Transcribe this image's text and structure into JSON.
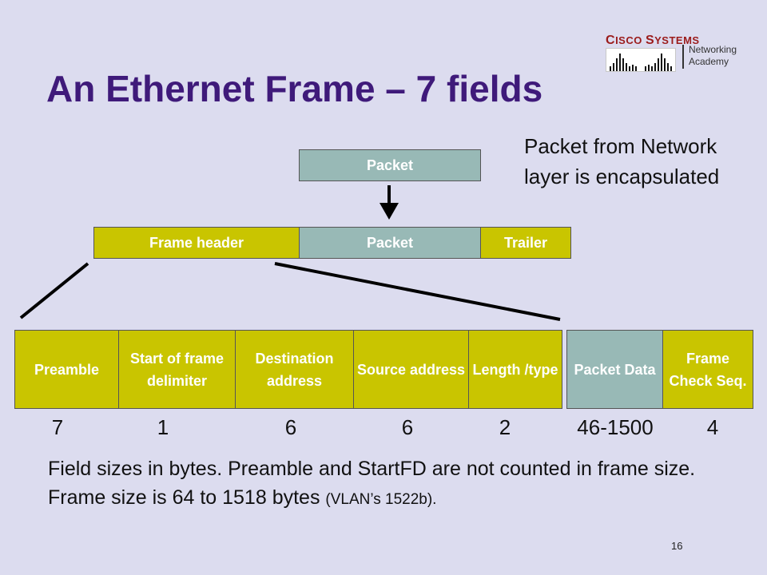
{
  "title": "An Ethernet Frame – 7 fields",
  "logo": {
    "brand_c": "C",
    "brand_isco": "ISCO ",
    "brand_s": "S",
    "brand_ystems": "YSTEMS",
    "line1": "Networking",
    "line2": "Academy"
  },
  "top_packet": "Packet",
  "note": "Packet from Network layer is encapsulated",
  "frame": {
    "header": "Frame header",
    "packet": "Packet",
    "trailer": "Trailer"
  },
  "fields": [
    {
      "label": "Preamble",
      "size": "7"
    },
    {
      "label": "Start of frame delimiter",
      "size": "1"
    },
    {
      "label": "Destination address",
      "size": "6"
    },
    {
      "label": "Source address",
      "size": "6"
    },
    {
      "label": "Length /type",
      "size": "2"
    },
    {
      "label": "Packet Data",
      "size": "46-1500"
    },
    {
      "label": "Frame Check Seq.",
      "size": "4"
    }
  ],
  "caption_main": "Field sizes in bytes. Preamble and StartFD are not counted in frame size. Frame size is 64 to 1518 bytes ",
  "caption_small": "(VLAN’s 1522b).",
  "page_number": "16",
  "colors": {
    "background": "#dcdcef",
    "title": "#3f1a7a",
    "header_fields": "#c9c500",
    "packet_fields": "#98b9b6"
  }
}
